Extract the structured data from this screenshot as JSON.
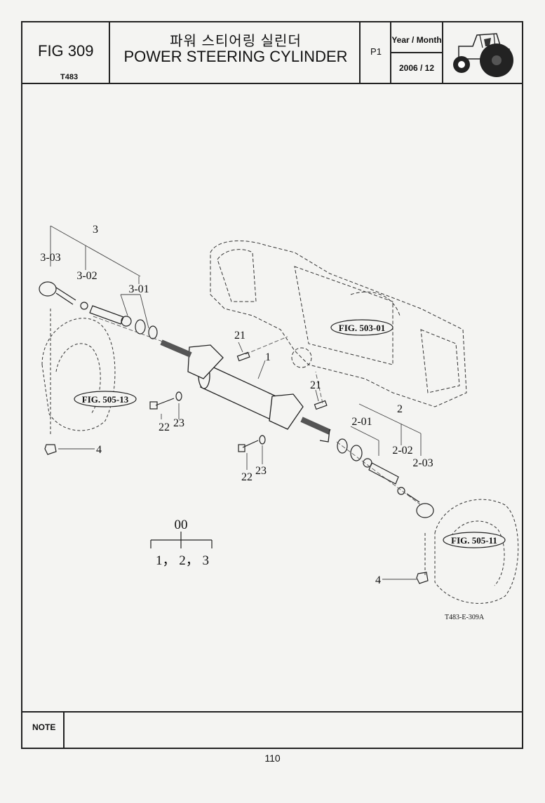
{
  "header": {
    "fig_number": "FIG 309",
    "model": "T483",
    "title_korean": "파워 스티어링 실린더",
    "title_english": "POWER STEERING CYLINDER",
    "page_code": "P1",
    "year_month_label": "Year / Month",
    "year_month_value": "2006 / 12",
    "tractor_icon": "tractor-icon"
  },
  "diagram": {
    "drawing_number": "T483-E-309A",
    "fig_refs": [
      "FIG. 503-01",
      "FIG. 505-13",
      "FIG. 505-11"
    ],
    "callouts": {
      "c3": "3",
      "c3_03": "3-03",
      "c3_02": "3-02",
      "c3_01": "3-01",
      "c21a": "21",
      "c21b": "21",
      "c1": "1",
      "c22a": "22",
      "c23a": "23",
      "c22b": "22",
      "c23b": "23",
      "c4a": "4",
      "c4b": "4",
      "c2": "2",
      "c2_01": "2-01",
      "c2_02": "2-02",
      "c2_03": "2-03"
    },
    "assembly": {
      "parent": "00",
      "children": "1， 2， 3"
    }
  },
  "footer": {
    "note_label": "NOTE",
    "page_number": "110"
  }
}
